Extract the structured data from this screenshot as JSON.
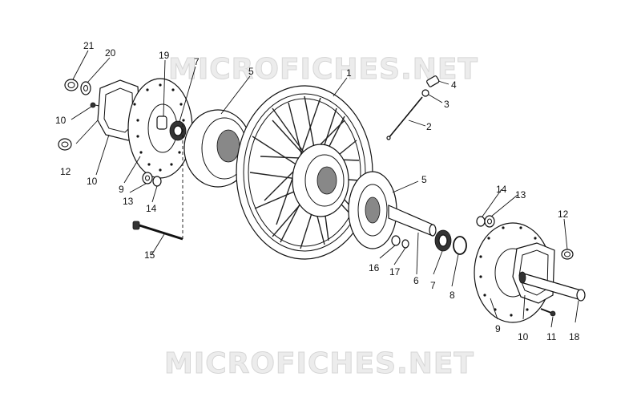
{
  "watermark_text": "MICROFICHES.NET",
  "callouts": [
    {
      "id": "c21a",
      "text": "21"
    },
    {
      "id": "c20a",
      "text": "20"
    },
    {
      "id": "c19",
      "text": "19"
    },
    {
      "id": "c7a",
      "text": "7"
    },
    {
      "id": "c5a",
      "text": "5"
    },
    {
      "id": "c1",
      "text": "1"
    },
    {
      "id": "c4",
      "text": "4"
    },
    {
      "id": "c3",
      "text": "3"
    },
    {
      "id": "c2",
      "text": "2"
    },
    {
      "id": "c10a",
      "text": "10"
    },
    {
      "id": "c12a",
      "text": "12"
    },
    {
      "id": "c10b",
      "text": "10"
    },
    {
      "id": "c9a",
      "text": "9"
    },
    {
      "id": "c13a",
      "text": "13"
    },
    {
      "id": "c14a",
      "text": "14"
    },
    {
      "id": "c15",
      "text": "15"
    },
    {
      "id": "c5b",
      "text": "5"
    },
    {
      "id": "c14b",
      "text": "14"
    },
    {
      "id": "c13b",
      "text": "13"
    },
    {
      "id": "c12b",
      "text": "12"
    },
    {
      "id": "c16",
      "text": "16"
    },
    {
      "id": "c17",
      "text": "17"
    },
    {
      "id": "c6",
      "text": "6"
    },
    {
      "id": "c7b",
      "text": "7"
    },
    {
      "id": "c8",
      "text": "8"
    },
    {
      "id": "c9b",
      "text": "9"
    },
    {
      "id": "c10c",
      "text": "10"
    },
    {
      "id": "c11",
      "text": "11"
    },
    {
      "id": "c18",
      "text": "18"
    }
  ],
  "colors": {
    "line": "#111111",
    "watermark": "#d6d6d6",
    "background": "#ffffff"
  }
}
